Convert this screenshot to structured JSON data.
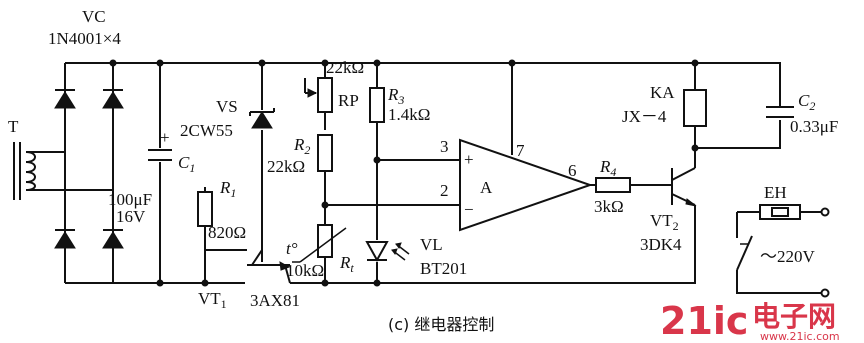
{
  "caption": "(c) 继电器控制",
  "labels": {
    "vc": "VC",
    "bridge_diodes": "1N4001×4",
    "transformer": "T",
    "cap_c1_value1": "100μF",
    "cap_c1_value2": "16V",
    "vs": "VS",
    "vs_part": "2CW55",
    "r1_value": "820Ω",
    "rp_value": "22kΩ",
    "rp": "RP",
    "r2_value": "22kΩ",
    "r3_value": "1.4kΩ",
    "rt_value": "10kΩ",
    "vt1_part": "3AX81",
    "vl": "VL",
    "vl_part": "BT201",
    "opamp": "A",
    "pin_plus": "3",
    "pin_minus": "2",
    "pin_supply": "7",
    "pin_out": "6",
    "r4_value": "3kΩ",
    "ka": "KA",
    "ka_part": "JX－4",
    "c2_value": "0.33μF",
    "vt2_part": "3DK4",
    "eh": "EH",
    "mains": "～220V",
    "plus_sign": "+",
    "minus_sign": "−",
    "temp_symbol": "t°"
  },
  "designators": {
    "c1": {
      "main": "C",
      "sub": "1"
    },
    "r1": {
      "main": "R",
      "sub": "1"
    },
    "r2": {
      "main": "R",
      "sub": "2"
    },
    "r3": {
      "main": "R",
      "sub": "3"
    },
    "r4": {
      "main": "R",
      "sub": "4"
    },
    "rt": {
      "main": "R",
      "sub": "t"
    },
    "c2": {
      "main": "C",
      "sub": "2"
    },
    "vt1": {
      "main": "VT",
      "sub": "1"
    },
    "vt2": {
      "main": "VT",
      "sub": "2"
    }
  },
  "watermark": {
    "brand_num": "21ic",
    "brand_cn": "电子网",
    "url": "www.21ic.com"
  }
}
